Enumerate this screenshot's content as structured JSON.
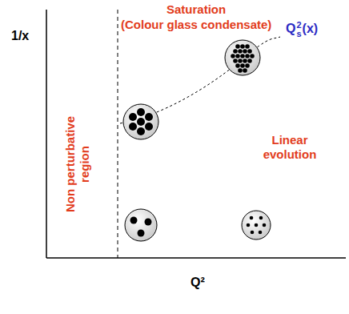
{
  "diagram": {
    "labels": [
      "1/x",
      "Q²",
      "Saturation",
      "(Colour glass condensate)",
      "Q",
      "s",
      "2",
      "(x)",
      "Non perturbative region",
      "Linear evolution"
    ]
  }
}
